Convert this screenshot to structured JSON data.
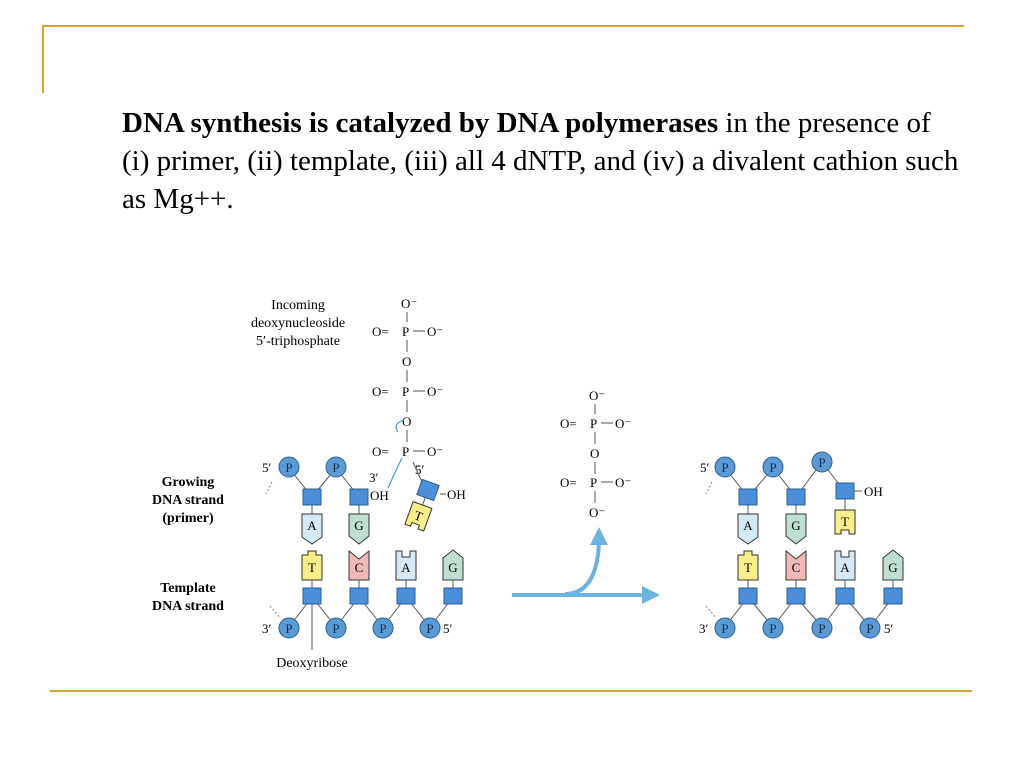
{
  "slide": {
    "statement_bold": "DNA synthesis is catalyzed by DNA polymerases",
    "statement_rest": " in the presence of (i) primer, (ii) template, (iii) all 4 dNTP, and (iv) a divalent cathion such as Mg++."
  },
  "figure": {
    "incoming_label_1": "Incoming",
    "incoming_label_2": "deoxynucleoside",
    "incoming_label_3": "5′-triphosphate",
    "growing_label_1": "Growing",
    "growing_label_2": "DNA strand",
    "growing_label_3": "(primer)",
    "template_label_1": "Template",
    "template_label_2": "DNA strand",
    "deoxyribose_label": "Deoxyribose",
    "end_5prime": "5′",
    "end_3prime": "3′",
    "phosphate": "P",
    "hydroxyl": "OH",
    "o_minus": "O⁻",
    "o_eq": "O=",
    "p_letter": "P",
    "o_single": "O",
    "base_A": "A",
    "base_G": "G",
    "base_T": "T",
    "base_C": "C",
    "colors": {
      "phosphate": "#5B9BD5",
      "sugar": "#4A8FD8",
      "base_A": "#D6E9F7",
      "base_G": "#BFE0D0",
      "base_T": "#F9EE8A",
      "base_C": "#F2B8B8",
      "arrow": "#6CB3E0",
      "rule": "#D9A22B"
    }
  }
}
